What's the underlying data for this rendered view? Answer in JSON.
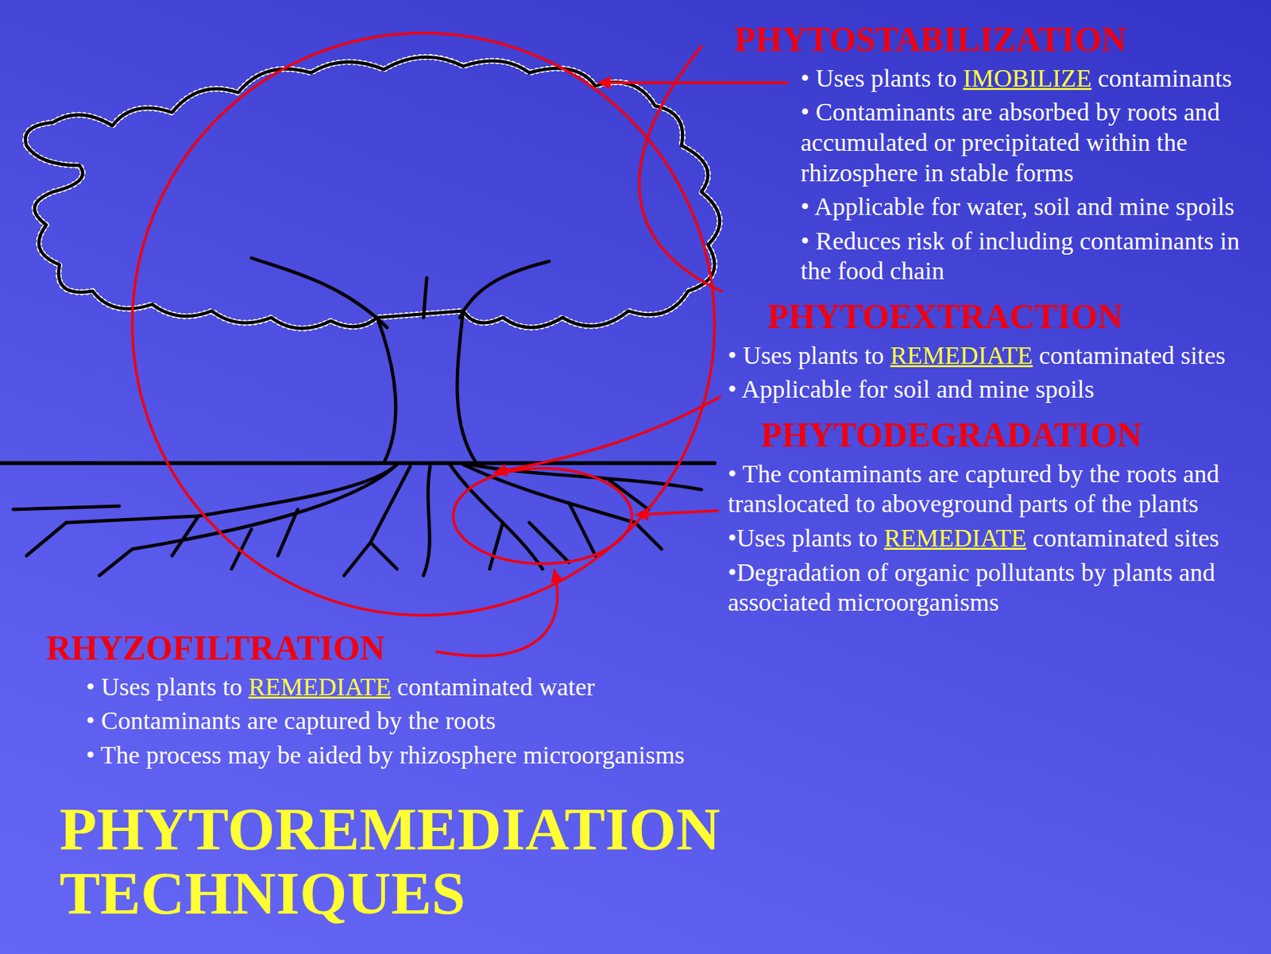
{
  "diagram": {
    "title": "PHYTOREMEDIATION TECHNIQUES",
    "labels": [
      "PHYTOSTABILIZATION",
      "• Uses plants to",
      "IMOBILIZE",
      "contaminants",
      "• Contaminants are absorbed by roots and accumulated or precipitated within the rhizosphere in stable forms",
      "• Applicable for water, soil and mine spoils",
      "• Reduces risk of including contaminants in the food chain",
      "PHYTOEXTRACTION",
      "• Uses plants to",
      "REMEDIATE",
      "contaminated sites",
      "• Applicable for soil and mine spoils",
      "PHYTODEGRADATION",
      "• The contaminants are captured by the roots and translocated to aboveground parts of the plants",
      "•Uses plants to",
      "REMEDIATE",
      "contaminated sites",
      "•Degradation of organic pollutants by plants and associated microorganisms",
      "RHYZOFILTRATION",
      "• Uses plants to",
      "REMEDIATE",
      "contaminated water",
      "• Contaminants are captured by the roots",
      "• The process may be aided by rhizosphere microorganisms"
    ]
  }
}
